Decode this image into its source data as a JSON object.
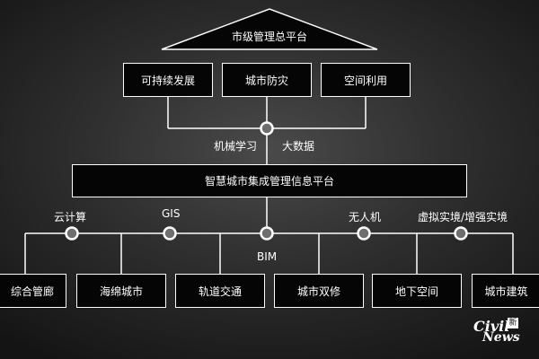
{
  "top": {
    "title": "市级管理总平台"
  },
  "level1": [
    "可持续发展",
    "城市防灾",
    "空间利用"
  ],
  "tech_upper": {
    "left": "机械学习",
    "right": "大数据"
  },
  "center": {
    "title": "智慧城市集成管理信息平台"
  },
  "tech_lower": {
    "cloud": "云计算",
    "gis": "GIS",
    "bim": "BIM",
    "drone": "无人机",
    "vr": "虚拟实境/增强实境"
  },
  "bottom": [
    "综合管廊",
    "海绵城市",
    "轨道交通",
    "城市双修",
    "地下空间",
    "城市建筑"
  ],
  "logo": {
    "civil": "Civil",
    "news": "News",
    "mark": "新"
  },
  "colors": {
    "line": "#ffffff",
    "box_fill": "#050505",
    "dot_fill": "#6e6e6e"
  }
}
